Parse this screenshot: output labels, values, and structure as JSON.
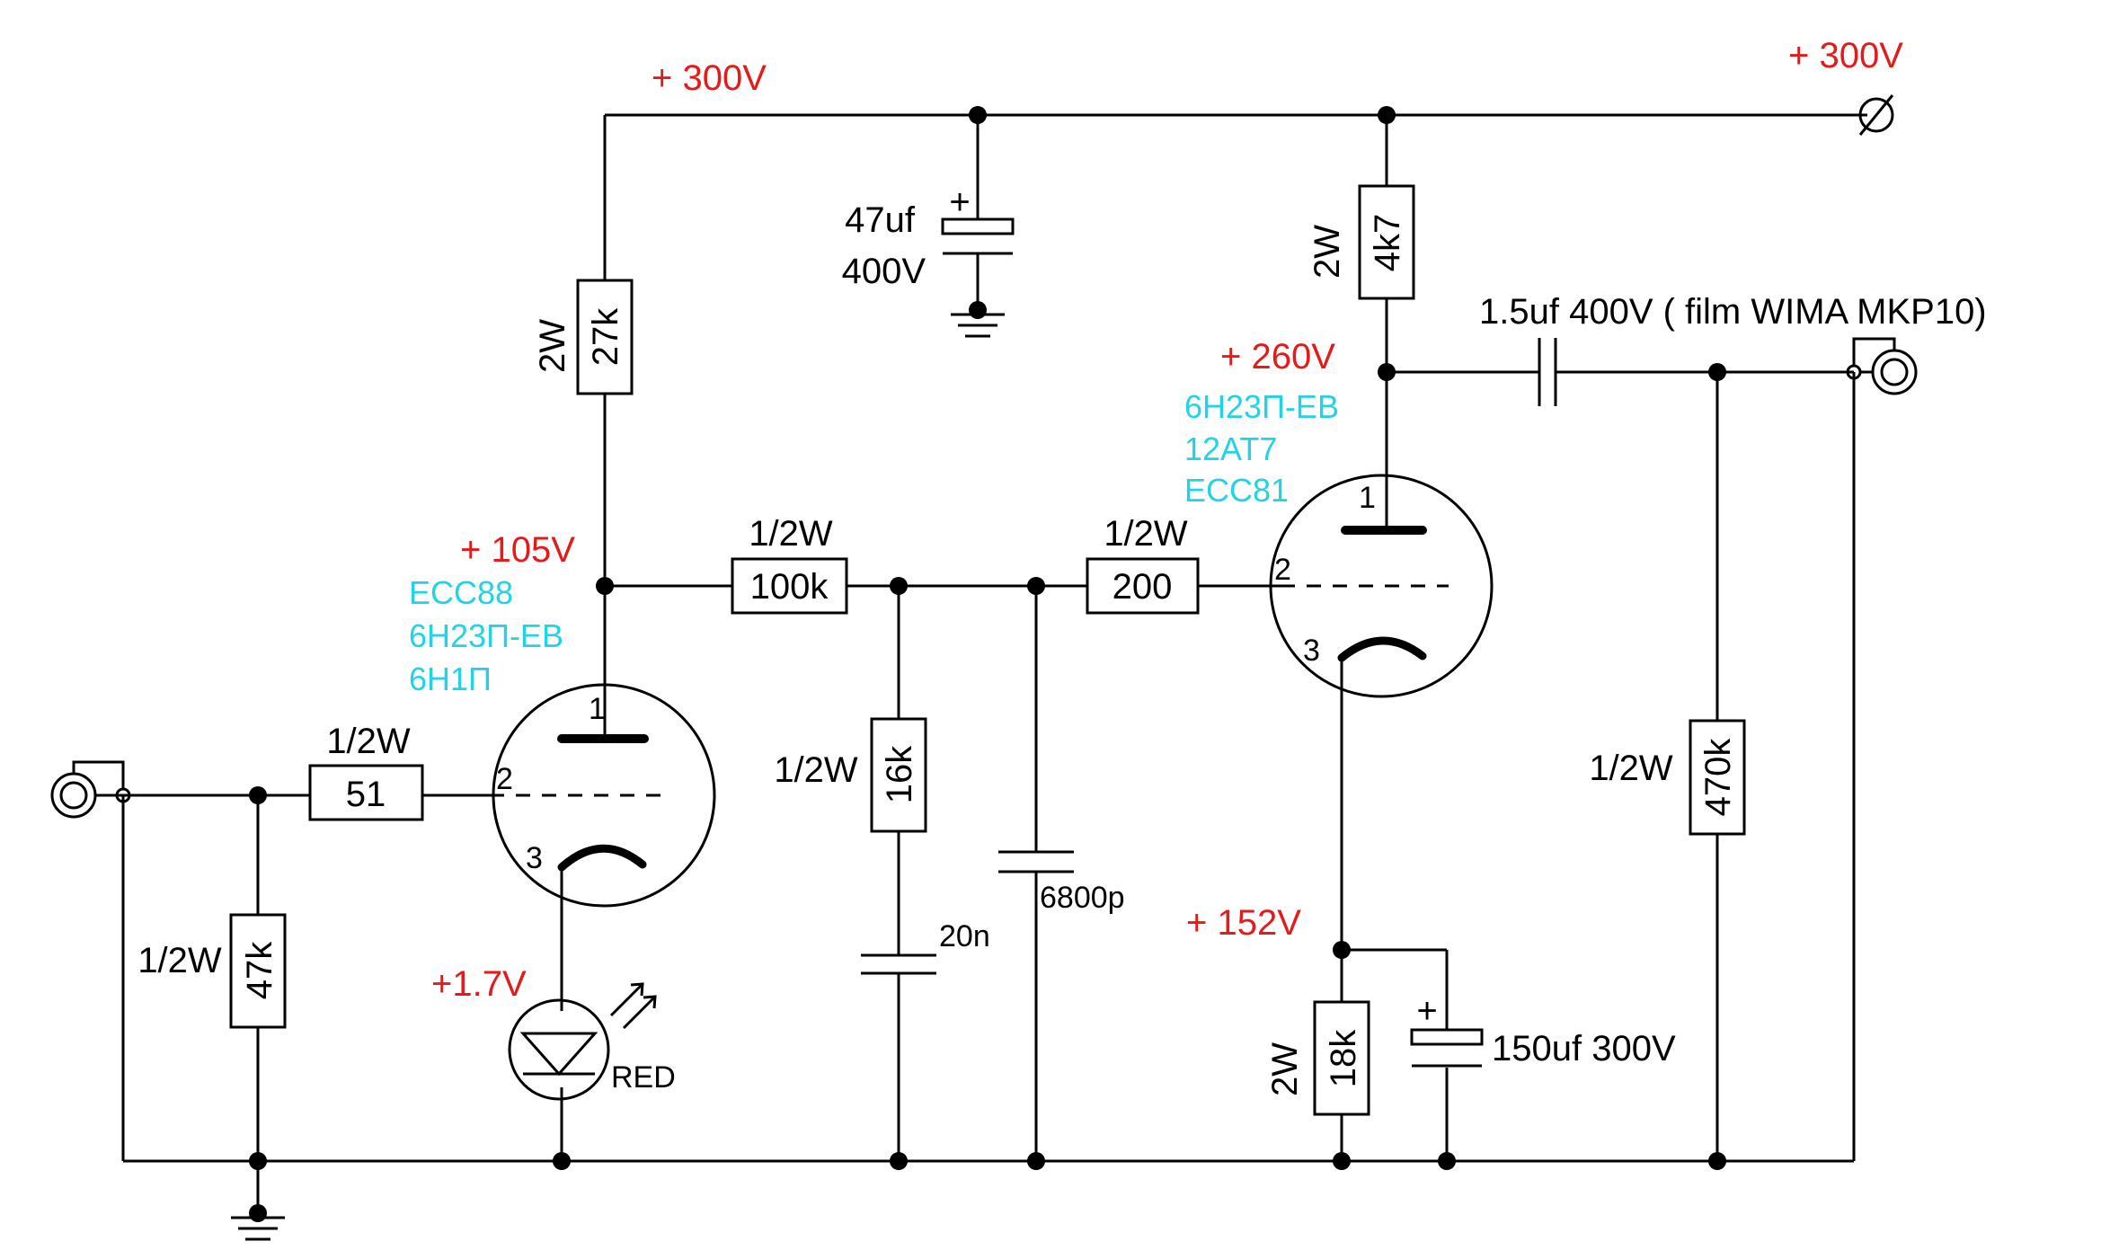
{
  "colors": {
    "voltage": "#e31b1b",
    "tube_types": "#22d3e8",
    "wire": "#000000"
  },
  "voltages": {
    "b_plus_left": "+ 300V",
    "b_plus_right": "+ 300V",
    "v1_anode": "+ 105V",
    "v2_anode": "+ 260V",
    "v2_cathode": "+ 152V",
    "led": "+1.7V"
  },
  "tubes": {
    "v1": {
      "types": [
        "ECC88",
        "6Н23П-ЕВ",
        "6Н1П"
      ],
      "pin1": "1",
      "pin2": "2",
      "pin3": "3"
    },
    "v2": {
      "types": [
        "6Н23П-ЕВ",
        "12AT7",
        "ECC81"
      ],
      "pin1": "1",
      "pin2": "2",
      "pin3": "3"
    }
  },
  "resistors": {
    "r_anode1": {
      "value": "27k",
      "power": "2W"
    },
    "r_anode2": {
      "value": "4k7",
      "power": "2W"
    },
    "r_grid_stop": {
      "value": "51",
      "power": "1/2W"
    },
    "r_input": {
      "value": "47k",
      "power": "1/2W"
    },
    "r_series": {
      "value": "100k",
      "power": "1/2W"
    },
    "r_grid2": {
      "value": "200",
      "power": "1/2W"
    },
    "r_shunt": {
      "value": "16k",
      "power": "1/2W"
    },
    "r_cathode2": {
      "value": "18k",
      "power": "2W"
    },
    "r_output": {
      "value": "470k",
      "power": "1/2W"
    }
  },
  "capacitors": {
    "c_supply": {
      "value": "47uf",
      "voltage": "400V",
      "plus": "+"
    },
    "c_coupling": {
      "label": "1.5uf 400V ( film WIMA MKP10)"
    },
    "c_filter1": {
      "value": "20n"
    },
    "c_filter2": {
      "value": "6800p"
    },
    "c_cathode": {
      "label": "150uf 300V",
      "plus": "+"
    }
  },
  "led": {
    "label": "RED"
  },
  "symbols": {
    "supply_terminal": "⌀"
  },
  "icons": [
    "input-jack-icon",
    "output-jack-icon",
    "ground-icon",
    "led-icon",
    "triode-icon"
  ]
}
